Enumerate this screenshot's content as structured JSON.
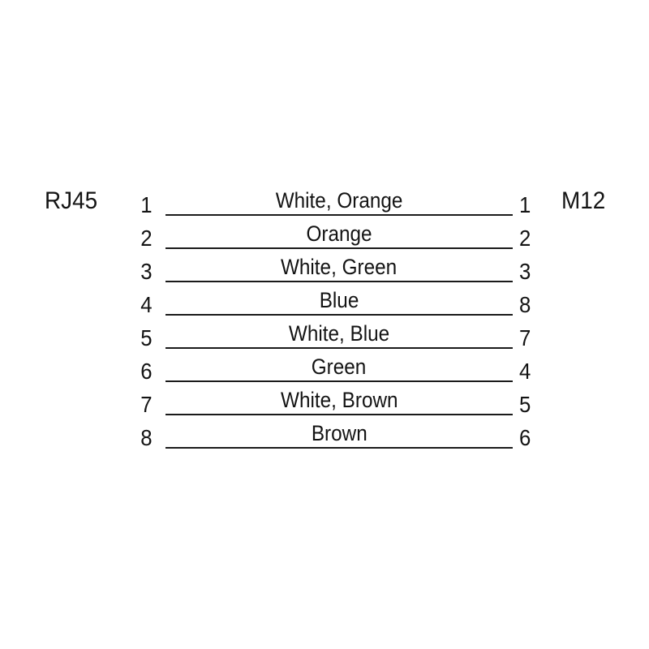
{
  "diagram": {
    "type": "pin-assignment-wiring-diagram",
    "background_color": "#ffffff",
    "line_color": "#1a1a1a",
    "text_color": "#141414",
    "left_connector": "RJ45",
    "right_connector": "M12",
    "wires": [
      {
        "left_pin": "1",
        "right_pin": "1",
        "name": "White, Orange"
      },
      {
        "left_pin": "2",
        "right_pin": "2",
        "name": "Orange"
      },
      {
        "left_pin": "3",
        "right_pin": "3",
        "name": "White, Green"
      },
      {
        "left_pin": "4",
        "right_pin": "8",
        "name": "Blue"
      },
      {
        "left_pin": "5",
        "right_pin": "7",
        "name": "White, Blue"
      },
      {
        "left_pin": "6",
        "right_pin": "4",
        "name": "Green"
      },
      {
        "left_pin": "7",
        "right_pin": "5",
        "name": "White, Brown"
      },
      {
        "left_pin": "8",
        "right_pin": "6",
        "name": "Brown"
      }
    ]
  }
}
